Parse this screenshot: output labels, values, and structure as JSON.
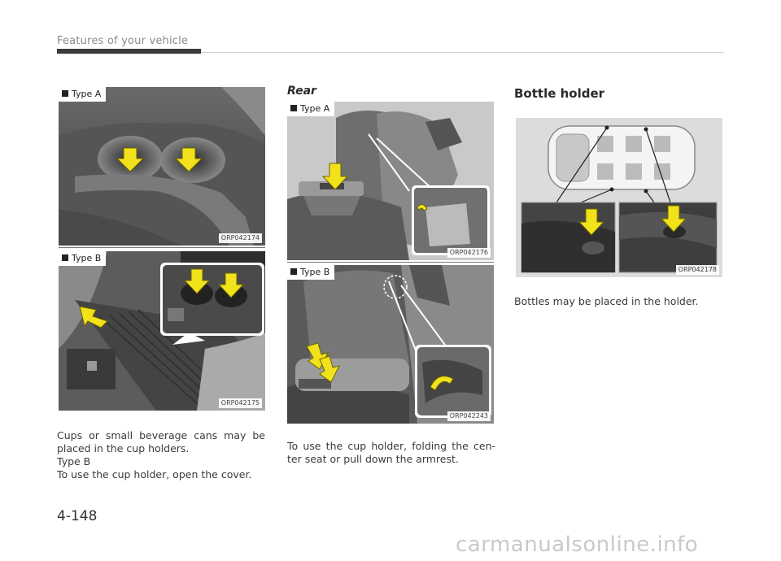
{
  "header": {
    "section": "Features of your vehicle"
  },
  "figures": {
    "front_a": {
      "label": "Type A",
      "code": "ORP042174"
    },
    "front_b": {
      "label": "Type B",
      "code": "ORP042175"
    },
    "rear_a": {
      "label": "Type A",
      "code": "ORP042176"
    },
    "rear_b": {
      "label": "Type B",
      "code": "ORP042243"
    },
    "bottle": {
      "code": "ORP042178"
    }
  },
  "headings": {
    "rear": "Rear",
    "bottle_holder": "Bottle holder"
  },
  "text": {
    "front_line1": "Cups or small beverage cans may be",
    "front_line2": "placed in the cup holders.",
    "front_line3": "Type B",
    "front_line4": "To use the cup holder, open the cover.",
    "rear_line1": "To use the cup holder, folding the cen-",
    "rear_line2": "ter seat or pull down the armrest.",
    "bottle_line1": "Bottles may be placed in the holder."
  },
  "page_number": "4-148",
  "watermark": "carmanualsonline.info",
  "colors": {
    "arrow": "#f2e21c",
    "arrow_outline": "#6b6400"
  }
}
